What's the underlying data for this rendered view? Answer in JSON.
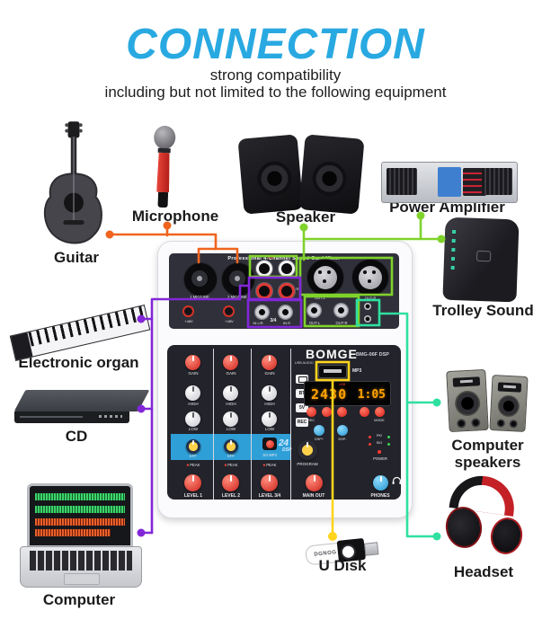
{
  "header": {
    "title": "CONNECTION",
    "subtitle1": "strong compatibility",
    "subtitle2": "including but not limited to the following equipment"
  },
  "devices": {
    "guitar": {
      "label": "Guitar"
    },
    "microphone": {
      "label": "Microphone"
    },
    "speaker": {
      "label": "Speaker"
    },
    "power_amplifier": {
      "label": "Power Amplifier"
    },
    "trolley_sound": {
      "label": "Trolley Sound"
    },
    "electronic_organ": {
      "label": "Electronic organ"
    },
    "cd": {
      "label": "CD"
    },
    "computer_speakers": {
      "label": "Computer speakers"
    },
    "computer": {
      "label": "Computer"
    },
    "u_disk": {
      "label": "U Disk",
      "brand": "DGNOG"
    },
    "headset": {
      "label": "Headset"
    }
  },
  "mixer": {
    "panel_title": "Professional 4-Channel Sound Card Mixer",
    "brand": "BOMGE",
    "model": "BMG-06F DSP",
    "input1_label": "1 MIC/LINE",
    "input2_label": "2 MIC/LINE",
    "phantom_label": "+48V",
    "rec_label": "REC",
    "r_label": "R",
    "in_l_label": "IN L/R",
    "ch34_label": "3/4",
    "in_r_label": "IN R",
    "xlr_out_l_label": "OUT-L",
    "xlr_out_r_label": "OUT-R",
    "out_l_label": "OUT-L",
    "out_r_label": "OUT-R",
    "usb_audio_label": "USB AUDIO",
    "mp3_label": "MP3",
    "display": {
      "usb_tag": "USB",
      "track": "2430",
      "time": "1:05"
    },
    "side_buttons": [
      "BT",
      "5V",
      "REC"
    ],
    "red_buttons": [
      "REC",
      "",
      "",
      "",
      "MODE"
    ],
    "blue_buttons": [
      "DSP+",
      "DSP-"
    ],
    "leds": [
      "PK!",
      "SIG"
    ],
    "power_label": "POWER",
    "dsp_badge_num": "24",
    "dsp_badge_txt": "DSP",
    "program_label": "PROGRAM",
    "peak_label": "PEAK",
    "strips": [
      {
        "gain": "GAIN",
        "high": "HIGH",
        "low": "LOW",
        "eff": "EFF",
        "level": "LEVEL 1"
      },
      {
        "gain": "GAIN",
        "high": "HIGH",
        "low": "LOW",
        "eff": "EFF",
        "level": "LEVEL 2"
      },
      {
        "gain": "GAIN",
        "high": "HIGH",
        "low": "LOW",
        "eff": "3/4 MP3",
        "level": "LEVEL 3/4"
      }
    ],
    "main_out_label": "MAIN OUT",
    "phones_label": "PHONES"
  },
  "colors": {
    "title_blue": "#29a9e1",
    "line_orange": "#f0641e",
    "line_green": "#7fd32b",
    "line_teal": "#2fe0a0",
    "line_purple": "#8227d8",
    "line_yellow": "#ffd41d"
  }
}
